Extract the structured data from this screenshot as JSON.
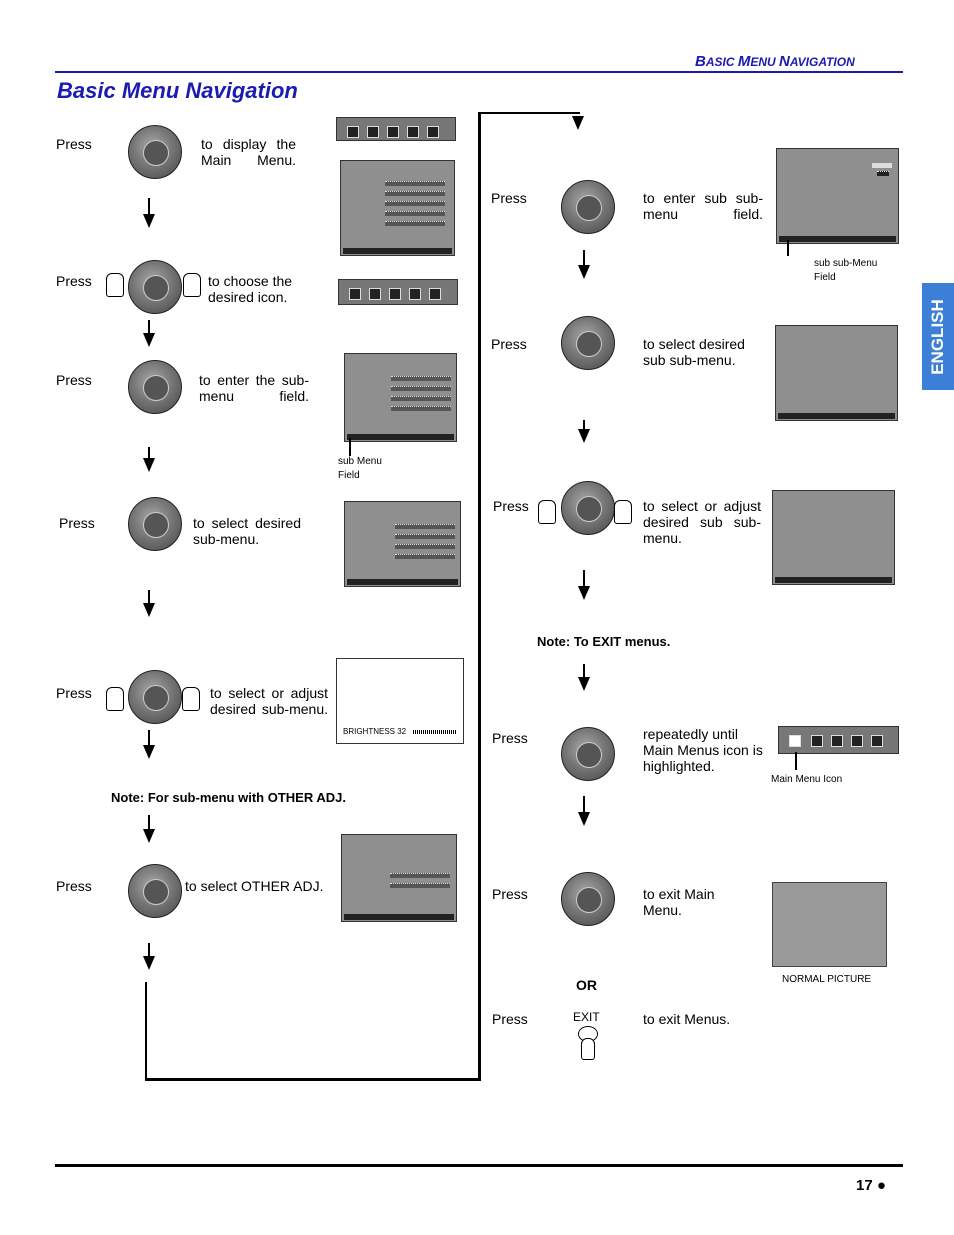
{
  "header": {
    "section_title_B": "B",
    "section_title_rest1": "ASIC ",
    "section_title_M": "M",
    "section_title_rest2": "ENU ",
    "section_title_N": "N",
    "section_title_rest3": "AVIGATION"
  },
  "title": "Basic Menu Navigation",
  "side_tab": "ENGLISH",
  "left_steps": [
    {
      "press": "Press",
      "text": "to display the Main Menu."
    },
    {
      "press": "Press",
      "text": "to choose the desired icon."
    },
    {
      "press": "Press",
      "text": "to enter the sub-menu field."
    },
    {
      "press": "Press",
      "text": "to select desired sub-menu."
    },
    {
      "press": "Press",
      "text": "to select or adjust desired sub-menu."
    },
    {
      "press": "Press",
      "text": "to select OTHER ADJ."
    }
  ],
  "left_note": "Note: For sub-menu with OTHER ADJ.",
  "sub_menu_field": "sub Menu Field",
  "brightness_readout": "BRIGHTNESS  32",
  "right_steps": [
    {
      "press": "Press",
      "text": "to enter sub sub-menu field."
    },
    {
      "press": "Press",
      "text": "to select desired sub sub-menu."
    },
    {
      "press": "Press",
      "text": "to select or adjust desired sub sub-menu."
    },
    {
      "press": "Press",
      "text": "repeatedly until Main Menus icon is highlighted."
    },
    {
      "press": "Press",
      "text": "to exit Main Menu."
    },
    {
      "press": "Press",
      "text": "to exit Menus."
    }
  ],
  "sub_sub_menu_field": "sub sub-Menu Field",
  "right_note": "Note: To EXIT menus.",
  "main_menu_icon": "Main Menu Icon",
  "normal_picture": "NORMAL PICTURE",
  "or_label": "OR",
  "exit_label": "EXIT",
  "page_number": "17 ●"
}
